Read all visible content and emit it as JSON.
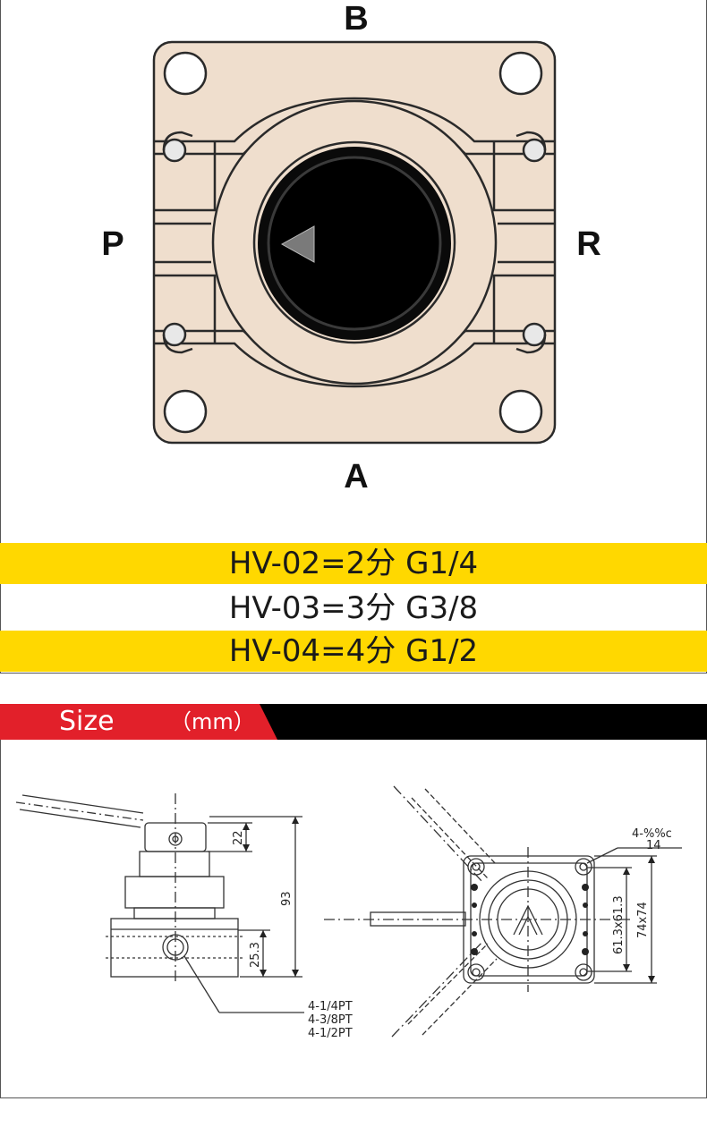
{
  "ports": {
    "top": "B",
    "left": "P",
    "right": "R",
    "bottom": "A"
  },
  "specs": [
    {
      "text": "HV-02=2分  G1/4",
      "highlight": true
    },
    {
      "text": "HV-03=3分  G3/8",
      "highlight": false
    },
    {
      "text": "HV-04=4分  G1/2",
      "highlight": true
    }
  ],
  "size_section": {
    "title": "Size",
    "unit": "（mm）"
  },
  "drawing": {
    "dim_22": "22",
    "dim_93": "93",
    "dim_25_3": "25.3",
    "port_callouts": [
      "4-1/4PT",
      "4-3/8PT",
      "4-1/2PT"
    ],
    "hole_note_1": "4-%%c",
    "hole_note_2": "14",
    "dim_61_3": "61.3x61.3",
    "dim_74": "74x74"
  },
  "colors": {
    "body_beige": "#efdecd",
    "banner_red": "#e2202a",
    "banner_black": "#000000",
    "spec_yellow": "#ffd800"
  }
}
